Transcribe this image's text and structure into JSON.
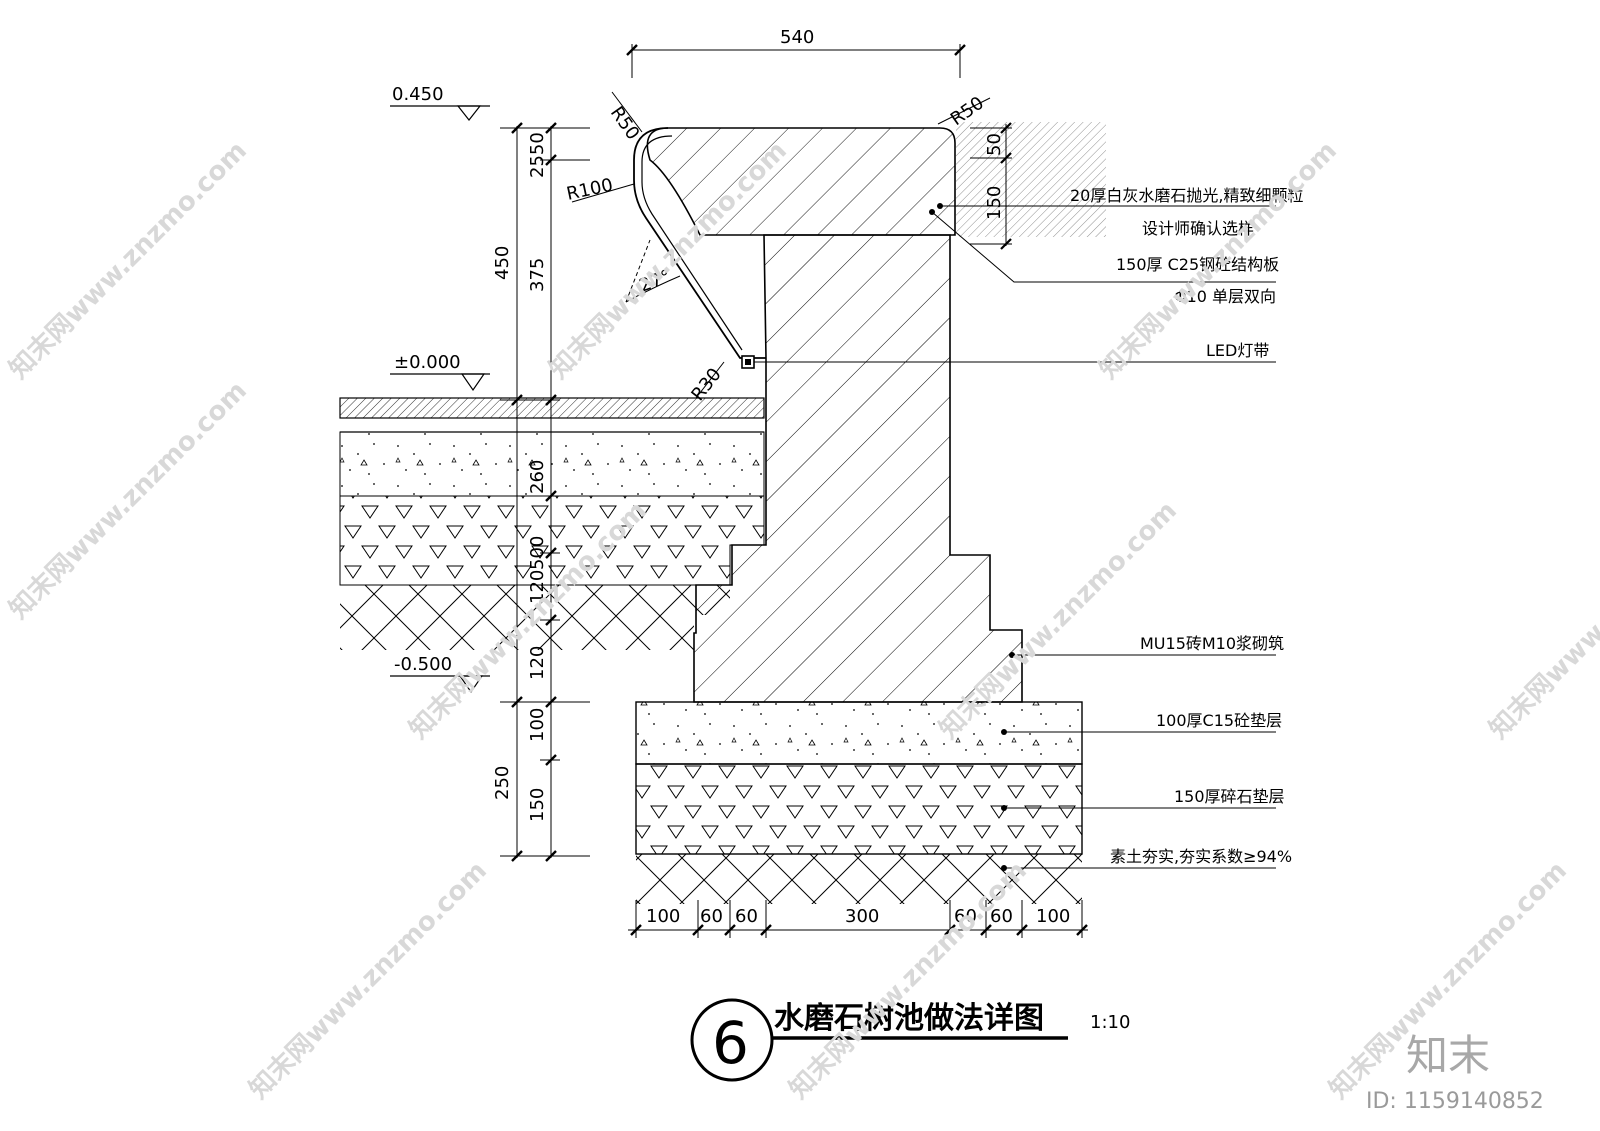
{
  "title": "水磨石树池做法详图",
  "title_number": "6",
  "scale": "1:10",
  "top_dimension": "540",
  "radii": {
    "top_left": "R50",
    "top_right": "R50",
    "side": "R100",
    "bottom": "R30",
    "angle": "27°"
  },
  "elevations": {
    "top": "0.450",
    "ground": "±0.000",
    "bottom": "-0.500"
  },
  "left_dimensions": {
    "outer_450": "450",
    "outer_250": "250",
    "inner_2550": "2550",
    "inner_375": "375",
    "inner_260": "260",
    "inner_500": "500",
    "inner_120a": "120",
    "inner_120b": "120",
    "inner_100": "100",
    "inner_150": "150"
  },
  "right_small_dims": {
    "d50": "50",
    "d150": "150"
  },
  "bottom_dimensions": [
    "100",
    "60",
    "60",
    "300",
    "60",
    "60",
    "100"
  ],
  "notes": {
    "n1": "20厚白灰水磨石抛光,精致细颗粒",
    "n1b": "设计师确认选样",
    "n2": "150厚  C25钢砼结构板",
    "n2b": "Φ10  单层双向",
    "n3": "LED灯带",
    "n4": "MU15砖M10浆砌筑",
    "n5": "100厚C15砼垫层",
    "n6": "150厚碎石垫层",
    "n7": "素土夯实,夯实系数≥94%"
  },
  "watermark": {
    "text": "知末网www.znzmo.com",
    "brand": "知末",
    "id": "ID: 1159140852"
  }
}
